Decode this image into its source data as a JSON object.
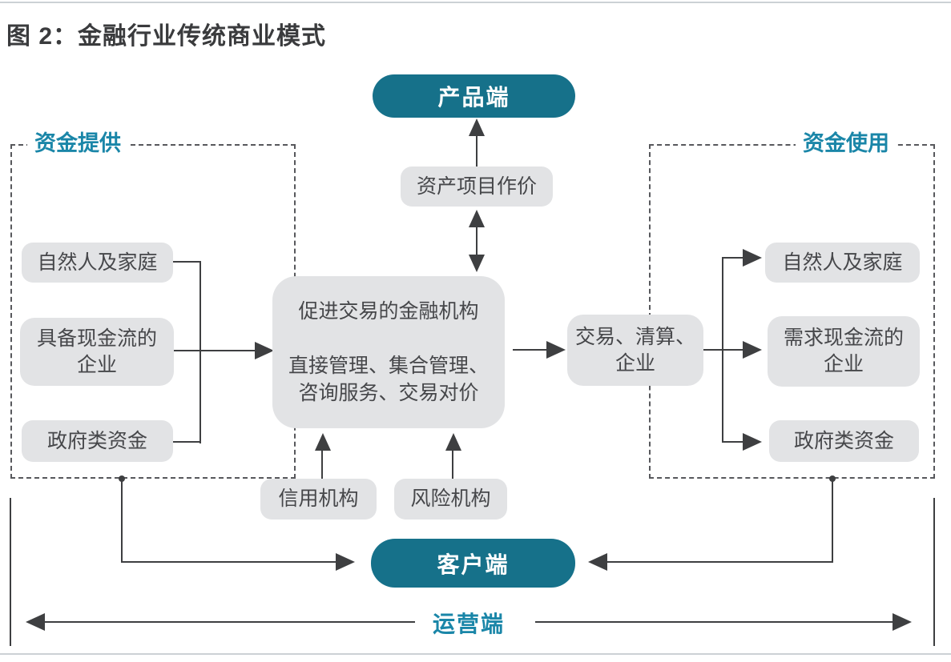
{
  "title": "图 2：金融行业传统商业模式",
  "colors": {
    "teal_fill": "#16718a",
    "teal_text": "#1a86a8",
    "node_gray_fill": "#e2e3e5",
    "node_text": "#46474a",
    "line_dark": "#3e3f41",
    "divider_gray": "#ccd1d5"
  },
  "diagram": {
    "product": "产品端",
    "asset_pricing": "资产项目作价",
    "central_institution": "促进交易的金融机构\n\n直接管理、集合管理、\n咨询服务、交易对价",
    "supply_panel": {
      "label": "资金提供",
      "items": [
        "自然人及家庭",
        "具备现金流的\n企业",
        "政府类资金"
      ]
    },
    "use_panel": {
      "label": "资金使用",
      "items": [
        "自然人及家庭",
        "需求现金流的\n企业",
        "政府类资金"
      ]
    },
    "transaction": "交易、清算、\n企业",
    "credit_agency": "信用机构",
    "risk_agency": "风险机构",
    "client": "客户端",
    "operations": "运营端"
  }
}
